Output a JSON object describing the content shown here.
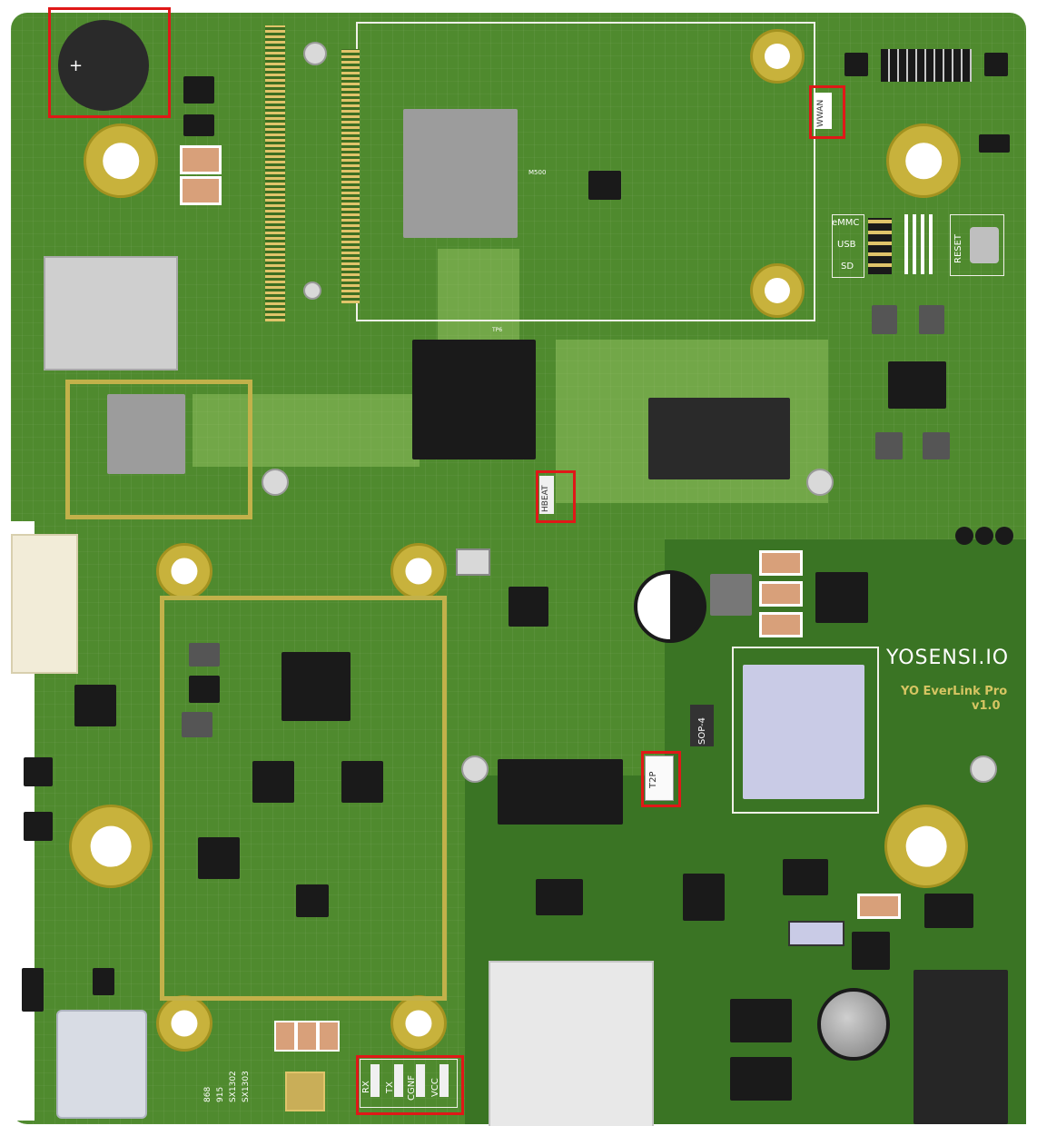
{
  "board": {
    "brand": "YOSENSI.IO",
    "product": "YO EverLink Pro",
    "version": "v1.0"
  },
  "silkscreen": {
    "wwan": "WWAN",
    "hbeat": "HBEAT",
    "t2p": "T2P",
    "sop4": "SOP-4",
    "m500": "M500",
    "boot_emmc": "eMMC",
    "boot_usb": "USB",
    "boot_sd": "SD",
    "reset": "RESET",
    "rx": "RX",
    "tx": "TX",
    "cgnf": "CGNF",
    "vcc": "VCC",
    "f868": "868",
    "f915": "915",
    "sx1302": "SX1302",
    "sx1303": "SX1303",
    "plus": "+",
    "tp": "TP6"
  },
  "colors": {
    "pcb": "#4f8a2e",
    "gold": "#c2b14a",
    "highlight": "#e01818"
  }
}
